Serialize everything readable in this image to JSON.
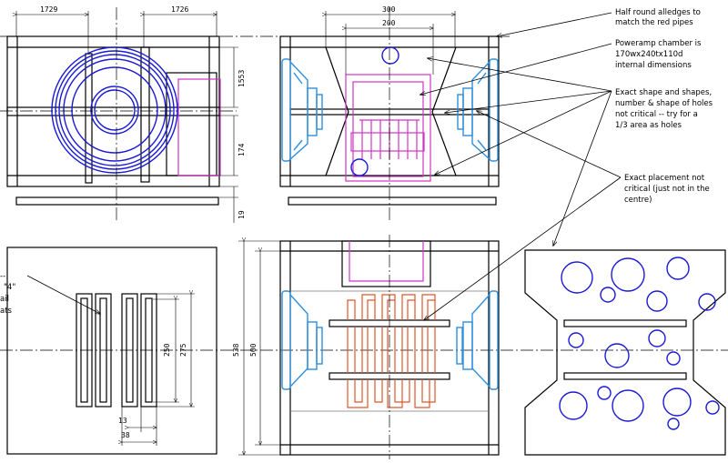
{
  "dimensions": {
    "d1729": "1729",
    "d1726": "1726",
    "d1553": "1553",
    "d174": "174",
    "d19": "19",
    "d300": "300",
    "d200": "200",
    "d250": "250",
    "d275": "275",
    "d13": "13",
    "d38": "38",
    "d538": "538",
    "d500": "500"
  },
  "annotations": {
    "half_round": [
      "Half round alledges to",
      "match the red pipes"
    ],
    "poweramp": [
      "Poweramp chamber is",
      "170wx240tx110d",
      "internal dimensions"
    ],
    "shape_holes": [
      "Exact shape and shapes,",
      "number & shape of holes",
      "not critical -- try for a",
      "1/3 area as holes"
    ],
    "placement": [
      "Exact placement not",
      "critical (just not in the",
      "centre)"
    ],
    "left_cut": [
      "--",
      "\"4\"",
      "ail",
      "ats"
    ]
  },
  "colors": {
    "outline": "#000000",
    "speaker": "#1a1ad6",
    "driver": "#2f8fdc",
    "amp": "#d033c8",
    "pipes": "#e0562a"
  }
}
